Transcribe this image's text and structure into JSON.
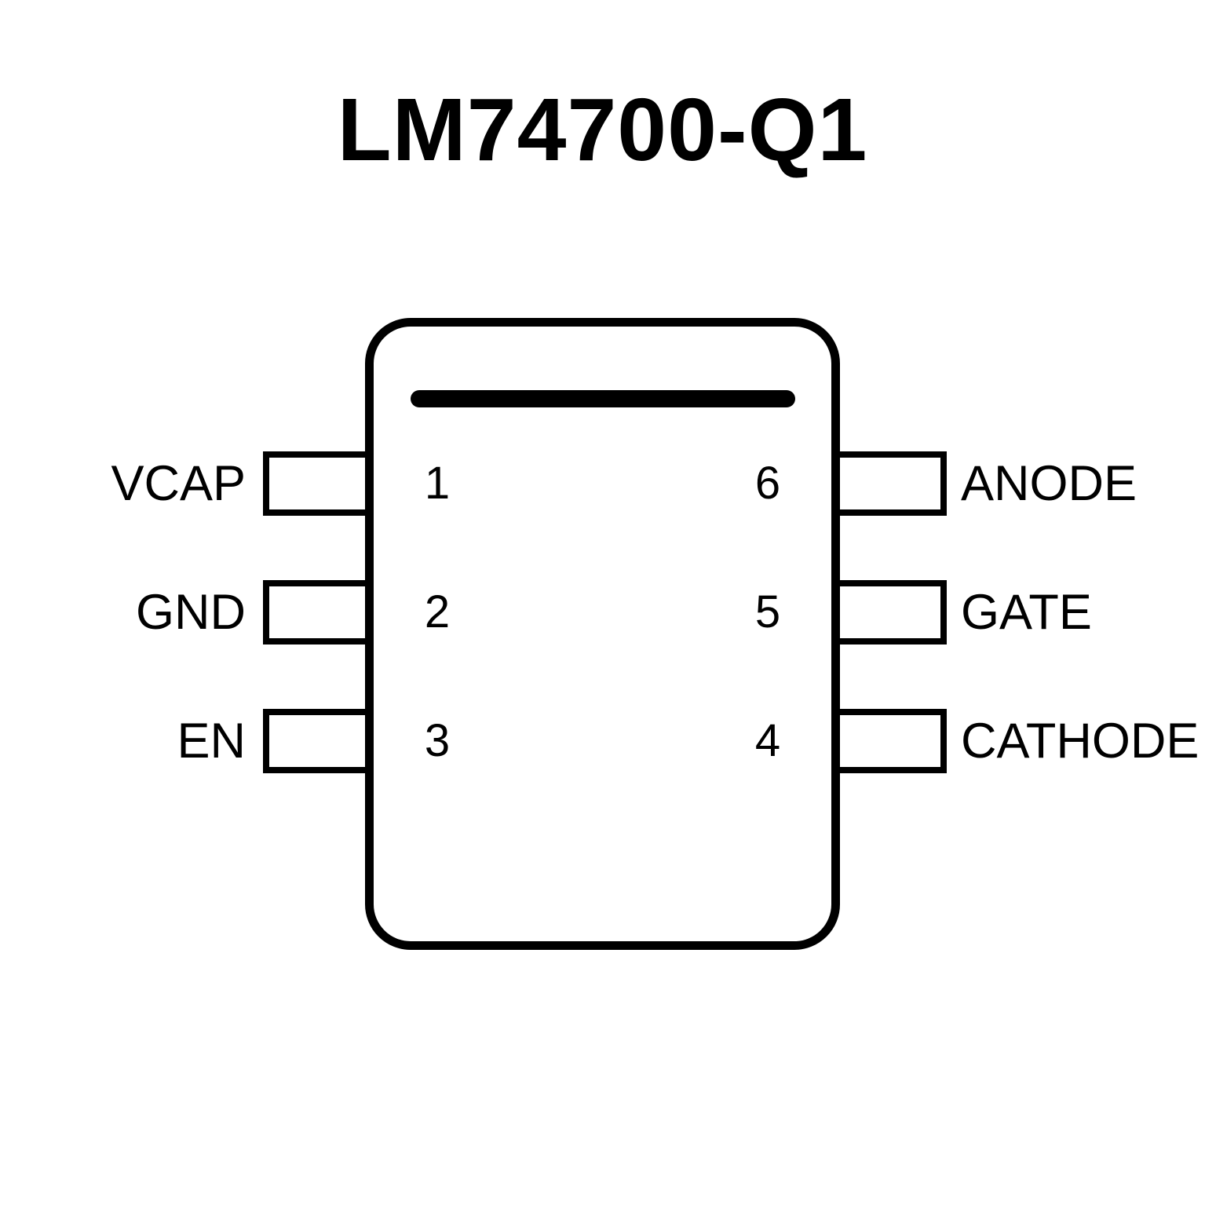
{
  "title": "LM74700-Q1",
  "colors": {
    "line": "#000000",
    "background": "#ffffff"
  },
  "package": {
    "pins_left": [
      {
        "number": "1",
        "label": "VCAP"
      },
      {
        "number": "2",
        "label": "GND"
      },
      {
        "number": "3",
        "label": "EN"
      }
    ],
    "pins_right": [
      {
        "number": "6",
        "label": "ANODE"
      },
      {
        "number": "5",
        "label": "GATE"
      },
      {
        "number": "4",
        "label": "CATHODE"
      }
    ]
  }
}
